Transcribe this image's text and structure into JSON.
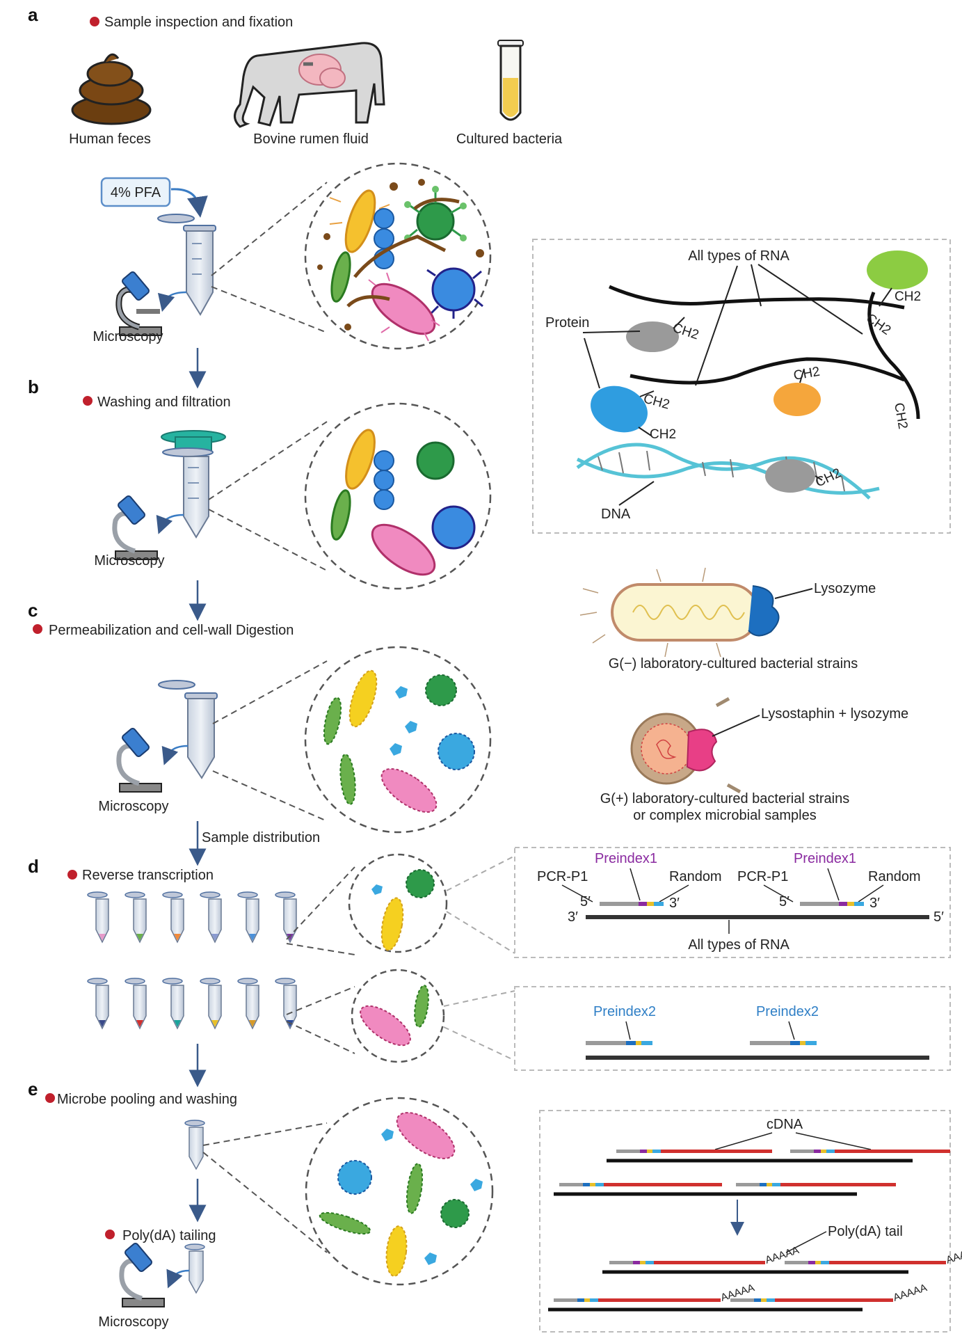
{
  "panels": {
    "a": {
      "letter": "a",
      "step": "Sample inspection and fixation",
      "samples": [
        "Human feces",
        "Bovine rumen fluid",
        "Cultured bacteria"
      ],
      "reagent": "4% PFA",
      "microscopy": "Microscopy"
    },
    "b": {
      "letter": "b",
      "step": "Washing and filtration",
      "microscopy": "Microscopy"
    },
    "c": {
      "letter": "c",
      "step": "Permeabilization and cell-wall Digestion",
      "microscopy": "Microscopy",
      "distribution": "Sample distribution"
    },
    "d": {
      "letter": "d",
      "step": "Reverse transcription",
      "tube_colors_row1": [
        "#e59ac9",
        "#6ab04c",
        "#f08a3c",
        "#8a9ad0",
        "#4a90d9",
        "#7a3aa0"
      ],
      "tube_colors_row2": [
        "#3a4a8a",
        "#d0302e",
        "#1aa39b",
        "#e8c02a",
        "#d69a2a",
        "#2a4a9a"
      ]
    },
    "e": {
      "letter": "e",
      "step": "Microbe pooling and washing",
      "tailing": "Poly(dA) tailing",
      "microscopy": "Microscopy"
    }
  },
  "crosslink_box": {
    "rna": "All types of RNA",
    "protein": "Protein",
    "dna": "DNA",
    "ch2": "CH2"
  },
  "gneg": {
    "enzyme": "Lysozyme",
    "caption": "G(−) laboratory-cultured bacterial strains"
  },
  "gpos": {
    "enzyme": "Lysostaphin + lysozyme",
    "caption_line1": "G(+) laboratory-cultured bacterial strains",
    "caption_line2": "or complex microbial samples"
  },
  "rt_box": {
    "preindex1": "Preindex1",
    "pcr": "PCR-P1",
    "random": "Random",
    "five_prime": "5′",
    "three_prime": "3′",
    "rna": "All types of RNA"
  },
  "preindex2_box": {
    "preindex2": "Preindex2"
  },
  "cdna_box": {
    "cdna": "cDNA",
    "tail": "Poly(dA) tail",
    "aaaaa": "AAAAA"
  }
}
